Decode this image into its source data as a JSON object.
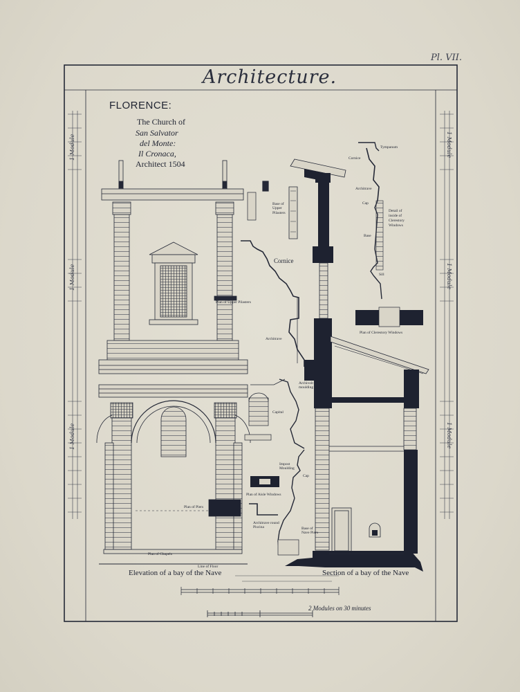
{
  "plate": {
    "number": "Pl. VII.",
    "title": "Architecture."
  },
  "header": {
    "city": "FLORENCE:",
    "lines": [
      "The Church of",
      "San Salvator",
      "del Monte:",
      "Il Cronaca,",
      "Architect 1504"
    ]
  },
  "elevation": {
    "caption": "Elevation of a bay of the Nave",
    "labels": {
      "plan_upper_pilasters": "Plan of Upper Pilasters",
      "plan_of_piers": "Plan of Piers",
      "plan_of_chapels": "Plan of Chapels",
      "line_of_floor": "Line of Floor"
    }
  },
  "profiles": {
    "labels": {
      "base_upper_pilasters": "Base of Upper Pilasters",
      "cornice": "Cornice",
      "architrave": "Architrave",
      "archivolt_moulding": "Archivolt moulding",
      "capital": "Capital",
      "impost_moulding": "Impost Moulding",
      "cap": "Cap",
      "plan_aisle_windows": "Plan of Aisle Windows",
      "architrave_round_piscina": "Architrave round Piscina",
      "base_nave_piers": "Base of Nave Piers"
    }
  },
  "clerestory": {
    "labels": {
      "tympanum": "Tympanum",
      "cornice": "Cornice",
      "architrave": "Architrave",
      "cap": "Cap",
      "base": "Base",
      "sill": "Sill",
      "detail": [
        "Detail of",
        "inside of",
        "Clerestory",
        "Windows"
      ],
      "plan": "Plan of Clerestory Windows"
    }
  },
  "section": {
    "caption": "Section of a bay of the Nave"
  },
  "scale": {
    "label": "2 Modules on 30 minutes",
    "margin_label": "1 Module"
  }
}
